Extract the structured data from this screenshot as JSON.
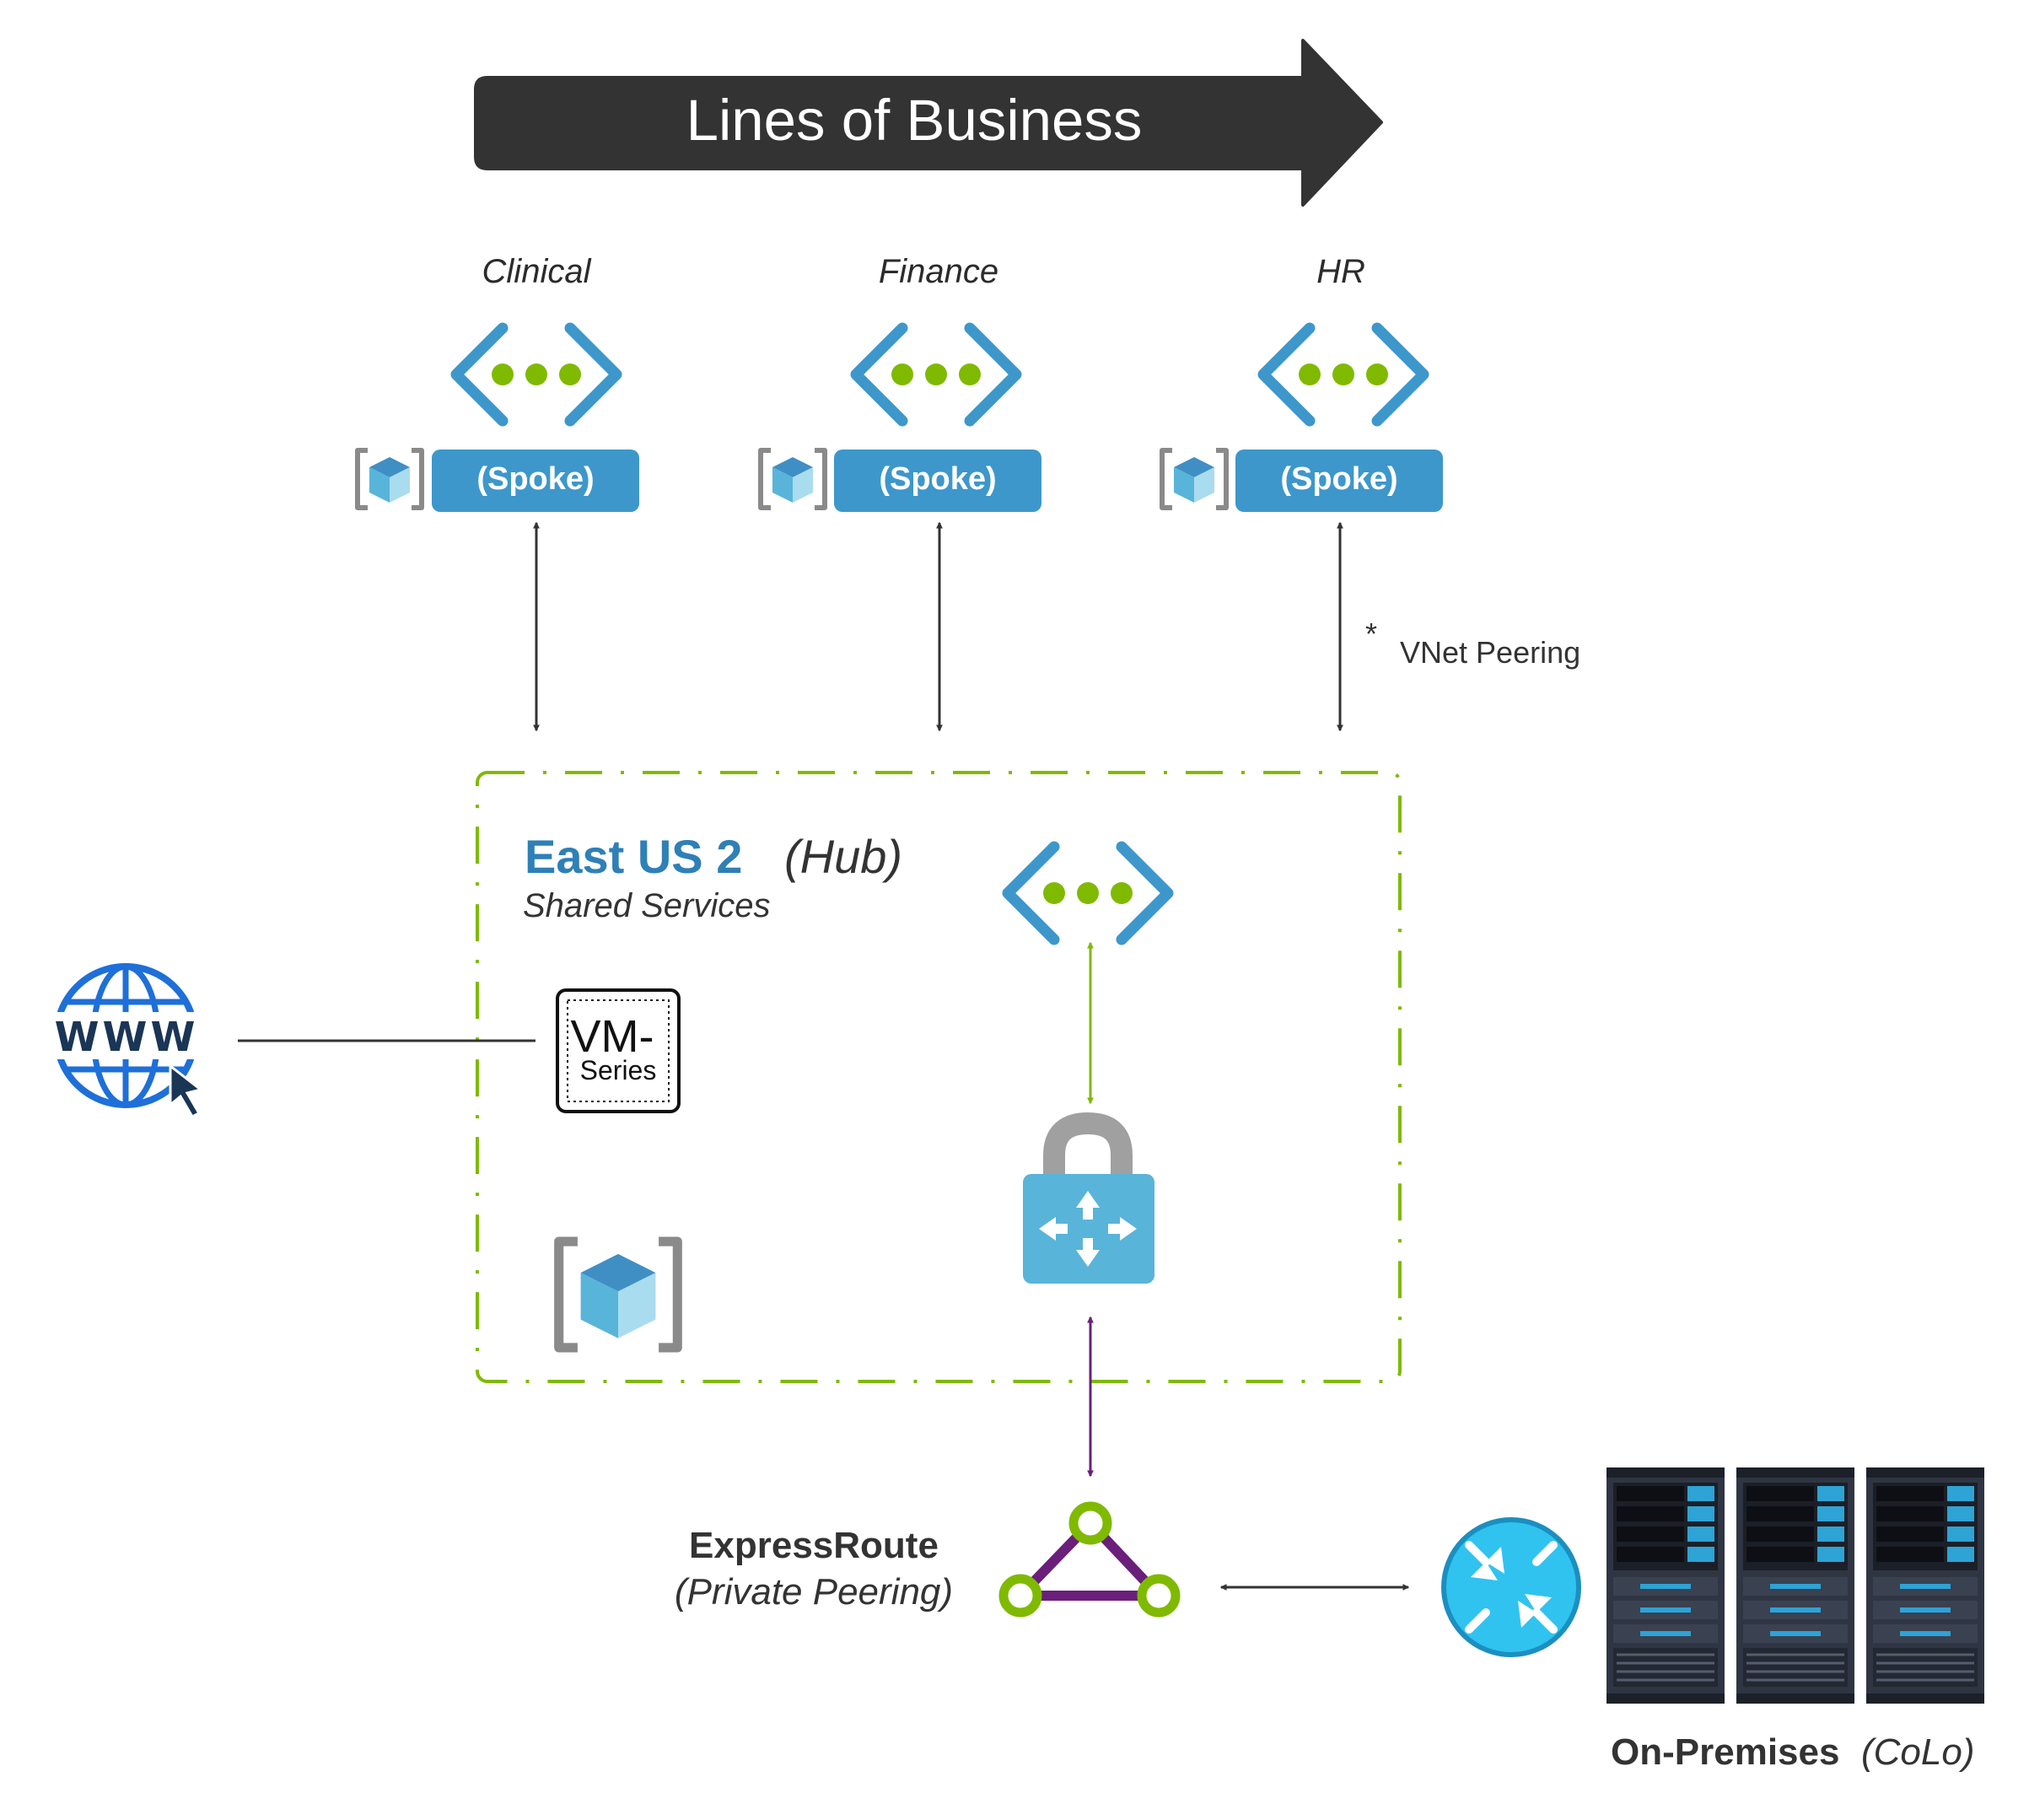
{
  "header": {
    "title": "Lines of Business"
  },
  "spokes": [
    {
      "business_unit": "Clinical",
      "label": "(Spoke)"
    },
    {
      "business_unit": "Finance",
      "label": "(Spoke)"
    },
    {
      "business_unit": "HR",
      "label": "(Spoke)"
    }
  ],
  "peering": {
    "asterisk": "*",
    "label": "VNet Peering"
  },
  "hub": {
    "region": "East US 2",
    "role": "(Hub)",
    "subtitle": "Shared Services"
  },
  "firewall": {
    "line1": "VM-",
    "line2": "Series"
  },
  "internet": {
    "label": "WWW"
  },
  "expressroute": {
    "title": "ExpressRoute",
    "subtitle": "(Private Peering)"
  },
  "onprem": {
    "title": "On-Premises",
    "subtitle": "(CoLo)"
  },
  "colors": {
    "banner": "#333333",
    "azure_blue": "#3d97cb",
    "vnet_green": "#7fba00",
    "hub_border": "#7fba00",
    "expressroute_purple": "#6a1f7a",
    "arrow_dark": "#333333",
    "router_cyan": "#30c3f0"
  },
  "icons": [
    "vnet-icon",
    "resource-group-icon",
    "vpn-gateway-icon",
    "globe-www-icon",
    "cursor-icon",
    "expressroute-icon",
    "router-icon",
    "server-rack-icon"
  ]
}
